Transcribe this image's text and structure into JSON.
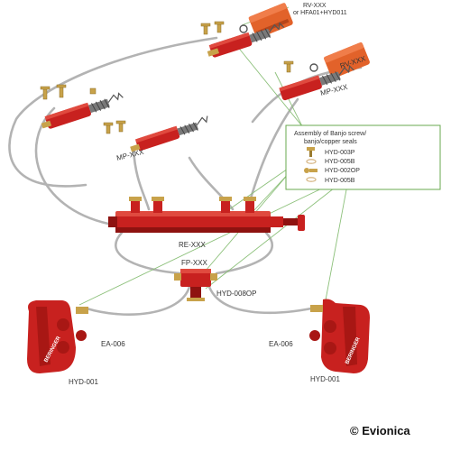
{
  "labels": {
    "rv_top_line1": "RV-XXX",
    "rv_top_line2": "or HFA01+HYD011",
    "rv_mid": "RV-XXX",
    "mp_right": "MP-XXX",
    "mp_left": "MP-XXX",
    "re": "RE-XXX",
    "fp": "FP-XXX",
    "hyd008": "HYD-008OP",
    "ea_left": "EA-006",
    "ea_right": "EA-006",
    "hyd001_left": "HYD-001",
    "hyd001_right": "HYD-001",
    "caliper_brand": "BERINGER"
  },
  "assembly_box": {
    "title_line1": "Assembly of Banjo screw/",
    "title_line2": "banjo/copper seals",
    "items": [
      "HYD-003P",
      "HYD-005B",
      "HYD-002OP",
      "HYD-005B"
    ]
  },
  "copyright": "© Evionica",
  "colors": {
    "red": "#c8211f",
    "dark_red": "#8e1210",
    "orange": "#e2622a",
    "hose": "#b3b3b3",
    "leader_green": "#8cc07a",
    "box_border": "#6aa84f",
    "brass": "#c8a24a"
  }
}
